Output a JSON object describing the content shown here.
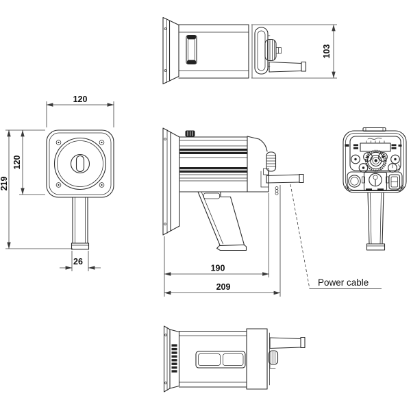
{
  "colors": {
    "background": "#ffffff",
    "line": "#2b2b2b",
    "dimension_line": "#3a3a3a",
    "text": "#111111"
  },
  "dimensions": {
    "top_view_height": "103",
    "front_width": "120",
    "front_face_height": "120",
    "front_total_height": "219",
    "front_handle_width": "26",
    "side_body_length": "190",
    "side_overall_length": "209"
  },
  "labels": {
    "power_cable": "Power cable"
  }
}
